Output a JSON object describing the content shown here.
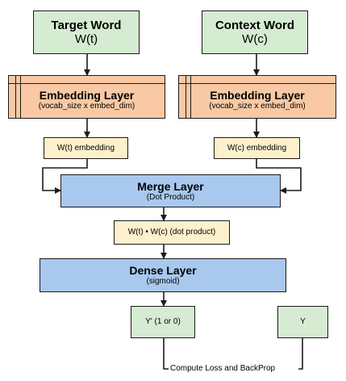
{
  "target_word": {
    "title": "Target Word",
    "symbol": "W(t)"
  },
  "context_word": {
    "title": "Context Word",
    "symbol": "W(c)"
  },
  "embedding_left": {
    "title": "Embedding Layer",
    "subtitle": "(vocab_size x embed_dim)"
  },
  "embedding_right": {
    "title": "Embedding Layer",
    "subtitle": "(vocab_size x embed_dim)"
  },
  "target_embedding": {
    "label": "W(t) embedding"
  },
  "context_embedding": {
    "label": "W(c) embedding"
  },
  "merge_layer": {
    "title": "Merge Layer",
    "subtitle": "(Dot Product)"
  },
  "dot_product": {
    "label": "W(t) • W(c) (dot product)"
  },
  "dense_layer": {
    "title": "Dense Layer",
    "subtitle": "(sigmoid)"
  },
  "prediction": {
    "label": "Y' (1 or 0)"
  },
  "ground_truth": {
    "label": "Y"
  },
  "loss": {
    "label": "Compute Loss and BackProp"
  },
  "colors": {
    "input": "#d6ecd2",
    "embedding": "#f8c9a4",
    "vector": "#fdf0cc",
    "layer": "#a9c8ee",
    "line": "#1a1a1a"
  }
}
